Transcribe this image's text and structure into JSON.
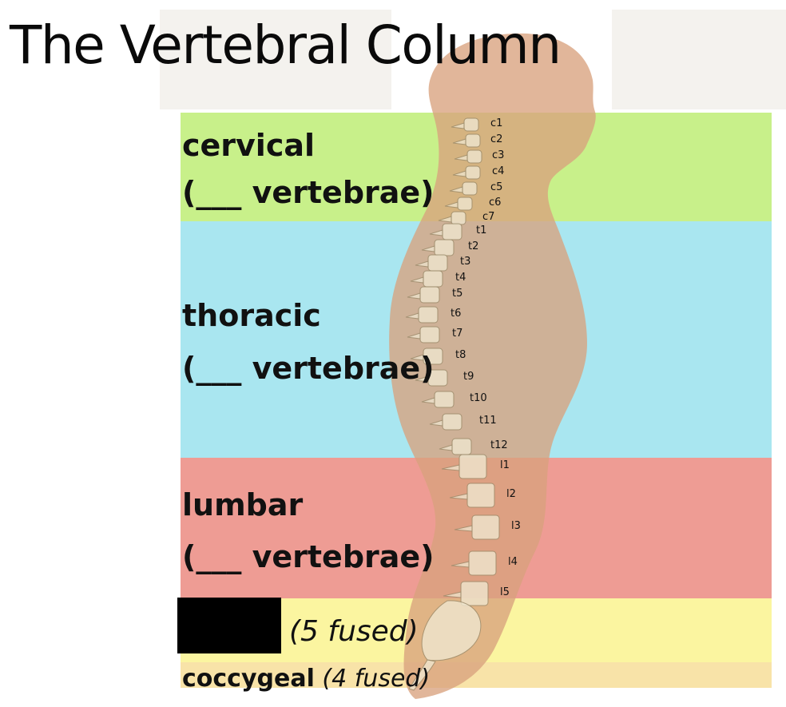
{
  "title": "The Vertebral Column",
  "regions": {
    "cervical": {
      "name": "cervical",
      "count": "(___ vertebrae)",
      "color": "#c8f08a"
    },
    "thoracic": {
      "name": "thoracic",
      "count": "(___ vertebrae)",
      "color": "#a9e6f0"
    },
    "lumbar": {
      "name": "lumbar",
      "count": "(___ vertebrae)",
      "color": "#ee9c94"
    },
    "sacral": {
      "note": "(5 fused)",
      "color": "#fbf5a0"
    },
    "coccygeal": {
      "name": "coccygeal",
      "note": "(4 fused)",
      "color": "#f8e3a8"
    }
  },
  "vertebra_labels": {
    "cervical": [
      "c1",
      "c2",
      "c3",
      "c4",
      "c5",
      "c6",
      "c7"
    ],
    "thoracic": [
      "t1",
      "t2",
      "t3",
      "t4",
      "t5",
      "t6",
      "t7",
      "t8",
      "t9",
      "t10",
      "t11",
      "t12"
    ],
    "lumbar": [
      "l1",
      "l2",
      "l3",
      "l4",
      "l5"
    ]
  },
  "colors": {
    "skin": "#d9a27d",
    "bone": "#efe6cf",
    "redaction": "#000000"
  }
}
